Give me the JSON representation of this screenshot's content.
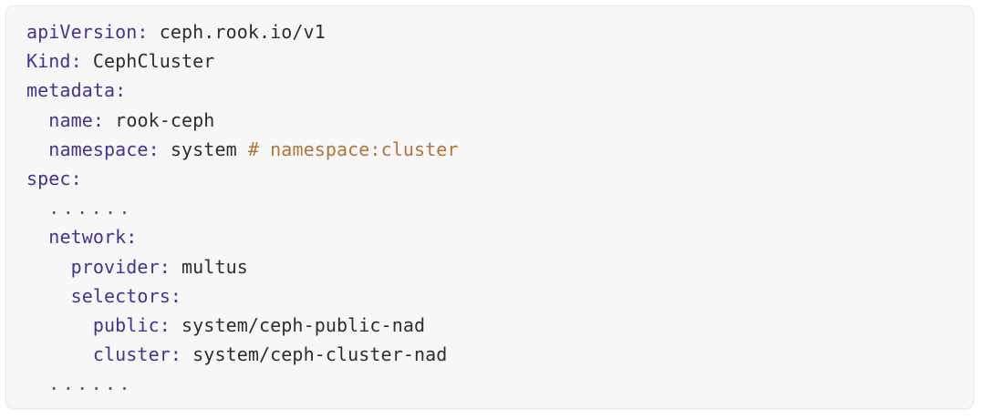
{
  "card": {
    "background_color": "#f7f7f8",
    "border_color": "#e8e8ea"
  },
  "colors": {
    "key": "#3d3596",
    "value": "#2d2d2d",
    "comment": "#b0763c",
    "ellipsis": "#55507f"
  },
  "code": {
    "language": "yaml",
    "lines": [
      {
        "id": "line-apiversion",
        "indent": "",
        "key": "apiVersion",
        "sep": ": ",
        "value": "ceph.rook.io/v1",
        "comment": ""
      },
      {
        "id": "line-kind",
        "indent": "",
        "key": "Kind",
        "sep": ": ",
        "value": "CephCluster",
        "comment": ""
      },
      {
        "id": "line-metadata",
        "indent": "",
        "key": "metadata",
        "sep": ":",
        "value": "",
        "comment": ""
      },
      {
        "id": "line-metadata-name",
        "indent": "  ",
        "key": "name",
        "sep": ": ",
        "value": "rook-ceph",
        "comment": ""
      },
      {
        "id": "line-metadata-namespace",
        "indent": "  ",
        "key": "namespace",
        "sep": ": ",
        "value": "system ",
        "comment": "# namespace:cluster"
      },
      {
        "id": "line-spec",
        "indent": "",
        "key": "spec",
        "sep": ":",
        "value": "",
        "comment": ""
      },
      {
        "id": "line-ellipsis-top",
        "indent": "  ",
        "key": "",
        "sep": "",
        "value": "",
        "comment": "",
        "ellipsis": "......"
      },
      {
        "id": "line-network",
        "indent": "  ",
        "key": "network",
        "sep": ":",
        "value": "",
        "comment": ""
      },
      {
        "id": "line-network-provider",
        "indent": "    ",
        "key": "provider",
        "sep": ": ",
        "value": "multus",
        "comment": ""
      },
      {
        "id": "line-network-selectors",
        "indent": "    ",
        "key": "selectors",
        "sep": ":",
        "value": "",
        "comment": ""
      },
      {
        "id": "line-selectors-public",
        "indent": "      ",
        "key": "public",
        "sep": ": ",
        "value": "system/ceph-public-nad",
        "comment": ""
      },
      {
        "id": "line-selectors-cluster",
        "indent": "      ",
        "key": "cluster",
        "sep": ": ",
        "value": "system/ceph-cluster-nad",
        "comment": ""
      },
      {
        "id": "line-ellipsis-bottom",
        "indent": "  ",
        "key": "",
        "sep": "",
        "value": "",
        "comment": "",
        "ellipsis": "......"
      }
    ]
  }
}
